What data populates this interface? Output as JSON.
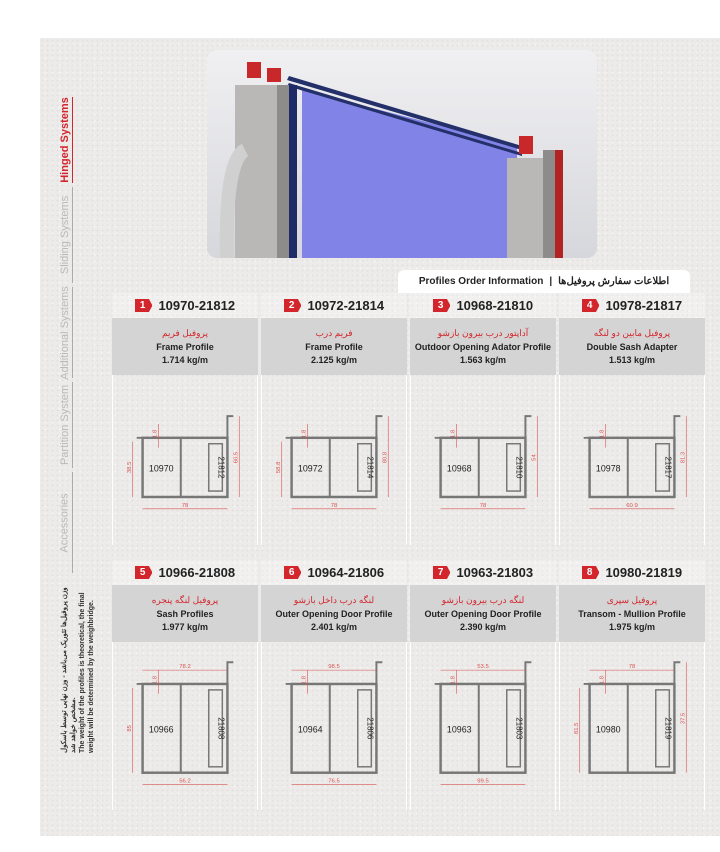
{
  "sidebar": {
    "tabs": [
      {
        "label": "Hinged Systems",
        "active": true
      },
      {
        "label": "Sliding Systems"
      },
      {
        "label": "Additional Systems"
      },
      {
        "label": "Partition System"
      },
      {
        "label": "Accessories"
      }
    ],
    "note_fa": "وزن پروفیل‌ها تئوریک می‌باشد - وزن نهایی توسط باسکول مشخص خواهد شد.",
    "note_en": "The weight of the profiles is theoretical, the final weight will be determined by the weighbridge."
  },
  "section_title": {
    "en": "Profiles Order Information",
    "sep": "|",
    "fa": "اطلاعات سفارش پروفیل‌ها"
  },
  "colors": {
    "accent": "#d3262c",
    "band": "#d4d4d4",
    "glass": "#7f82e8"
  },
  "profiles": [
    {
      "num": "1",
      "code": "10970-21812",
      "fa": "پروفیل فریم",
      "en": "Frame Profile",
      "weight": "1.714 kg/m",
      "parts": [
        "10970",
        "21812"
      ],
      "dims": {
        "bottom": "78",
        "right": "60.5",
        "left": "38.5",
        "wall": "1.8"
      }
    },
    {
      "num": "2",
      "code": "10972-21814",
      "fa": "فریم درب",
      "en": "Frame Profile",
      "weight": "2.125 kg/m",
      "parts": [
        "10972",
        "21814"
      ],
      "dims": {
        "bottom": "78",
        "right": "80.8",
        "left": "58.8",
        "wall": "1.8"
      }
    },
    {
      "num": "3",
      "code": "10968-21810",
      "fa": "آداپتور درب بیرون بازشو",
      "en": "Outdoor Opening Adator Profile",
      "weight": "1.563 kg/m",
      "parts": [
        "10968",
        "21810"
      ],
      "dims": {
        "bottom": "78",
        "right": "54",
        "wall": "1.8"
      }
    },
    {
      "num": "4",
      "code": "10978-21817",
      "fa": "پروفیل مابین دو لنگه",
      "en": "Double Sash Adapter",
      "weight": "1.513 kg/m",
      "parts": [
        "10978",
        "21817"
      ],
      "dims": {
        "bottom": "60.9",
        "right": "81.3",
        "wall": "1.8"
      }
    },
    {
      "num": "5",
      "code": "10966-21808",
      "fa": "پروفیل لنگه پنجره",
      "en": "Sash Profiles",
      "weight": "1.977 kg/m",
      "parts": [
        "10966",
        "21808"
      ],
      "dims": {
        "top": "78.2",
        "left": "85",
        "bottom": "56.2",
        "wall": "1.8"
      }
    },
    {
      "num": "6",
      "code": "10964-21806",
      "fa": "لنگه درب داخل بازشو",
      "en": "Outer Opening Door Profile",
      "weight": "2.401 kg/m",
      "parts": [
        "10964",
        "21806"
      ],
      "dims": {
        "top": "98.5",
        "bottom": "76.5",
        "wall": "1.8"
      }
    },
    {
      "num": "7",
      "code": "10963-21803",
      "fa": "لنگه درب بیرون بازشو",
      "en": "Outer Opening Door Profile",
      "weight": "2.390 kg/m",
      "parts": [
        "10963",
        "21803"
      ],
      "dims": {
        "top": "53.5",
        "bottom": "99.5",
        "wall": "1.8"
      }
    },
    {
      "num": "8",
      "code": "10980-21819",
      "fa": "پروفیل سپری",
      "en": "Transom - Mullion Profile",
      "weight": "1.975 kg/m",
      "parts": [
        "10980",
        "21819"
      ],
      "dims": {
        "top": "78",
        "left": "81.5",
        "right": "37.5",
        "wall": "1.8"
      }
    }
  ]
}
